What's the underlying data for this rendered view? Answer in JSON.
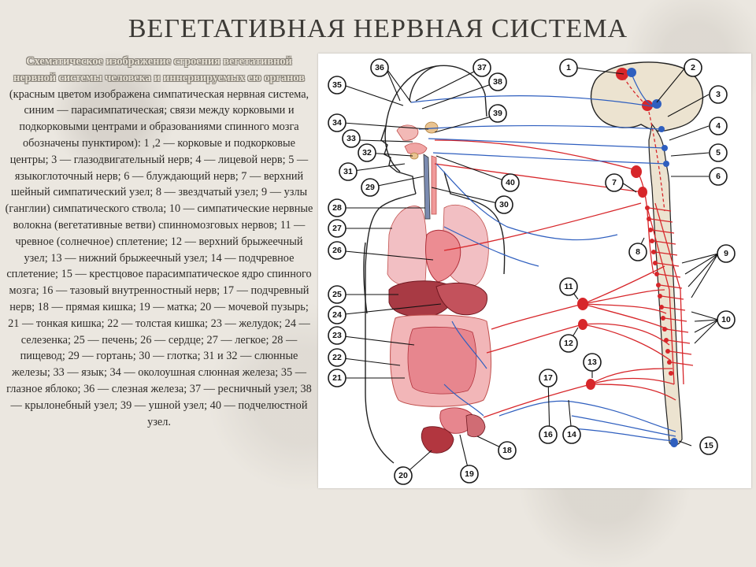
{
  "title": "ВЕГЕТАТИВНАЯ НЕРВНАЯ СИСТЕМА",
  "caption": {
    "heading": "Схематическое изображение строения вегетативной нервной системы человека и иннервируемых ею органов",
    "body": " (красным цветом изображена симпатическая нервная система, синим — парасимпатическая; связи между корковыми и подкорковыми центрами и образованиями спинного мозга обозначены пунктиром): 1 ,2 — корковые и подкорковые центры; 3 — глазодвигательный нерв; 4 — лицевой нерв; 5 — языкоглоточный нерв; 6 — блуждающий нерв; 7 — верхний шейный симпатический узел; 8 — звездчатый узел; 9 — узлы (ганглии) симпатического ствола; 10 — симпатические нервные волокна (вегетативные ветви) спинномозговых нервов; 11 — чревное (солнечное) сплетение; 12 — верхний брыжеечный узел; 13 — нижний брыжеечный узел; 14 — подчревное сплетение; 15 — крестцовое парасимпатическое ядро спинного мозга; 16 — тазовый внутренностный нерв; 17 — подчревный нерв; 18 — прямая кишка; 19 — матка; 20 — мочевой пузырь; 21 — тонкая кишка; 22 — толстая кишка; 23 — желудок; 24 — селезенка; 25 — печень; 26 — сердце; 27 — легкое; 28 — пищевод; 29 — гортань; 30 — глотка; 31 и 32 — слюнные железы; 33 — язык; 34 — околоушная слюнная железа; 35 — глазное яблоко; 36 — слезная железа; 37 — ресничный узел; 38 — крылонебный узел; 39 — ушной узел; 40 — подчелюстной узел."
  },
  "figure": {
    "labels": [
      "1",
      "2",
      "3",
      "4",
      "5",
      "6",
      "7",
      "8",
      "9",
      "10",
      "11",
      "12",
      "13",
      "14",
      "15",
      "16",
      "17",
      "18",
      "19",
      "20",
      "21",
      "22",
      "23",
      "24",
      "25",
      "26",
      "27",
      "28",
      "29",
      "30",
      "31",
      "32",
      "33",
      "34",
      "35",
      "36",
      "37",
      "38",
      "39",
      "40"
    ],
    "colors": {
      "sympathetic": "#d7262a",
      "parasympathetic": "#2f5fbf",
      "brain": "#ece3d0",
      "organ": "#f0a0a8"
    }
  }
}
